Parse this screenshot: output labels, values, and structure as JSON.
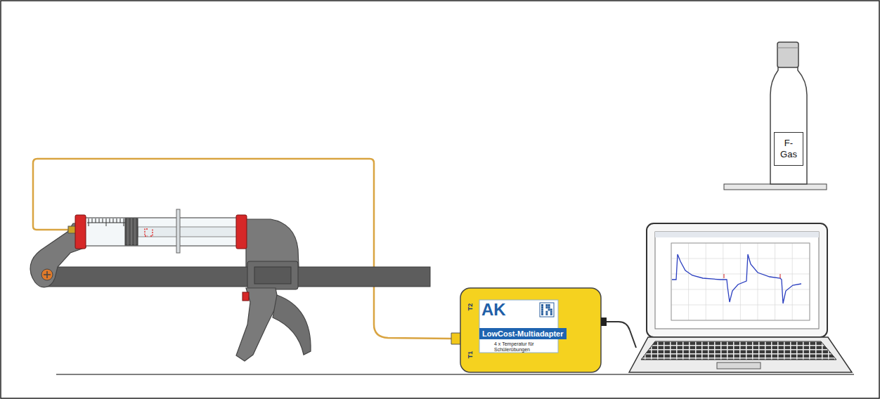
{
  "diagram": {
    "nodes": [
      {
        "text": [
          "F- Gas"
        ]
      },
      {
        "text": [
          "AK",
          "LowCost-Multiadapter",
          "4 x Temperatur für Schülerübungen"
        ]
      }
    ],
    "labels": [
      "T2",
      "T1"
    ]
  }
}
